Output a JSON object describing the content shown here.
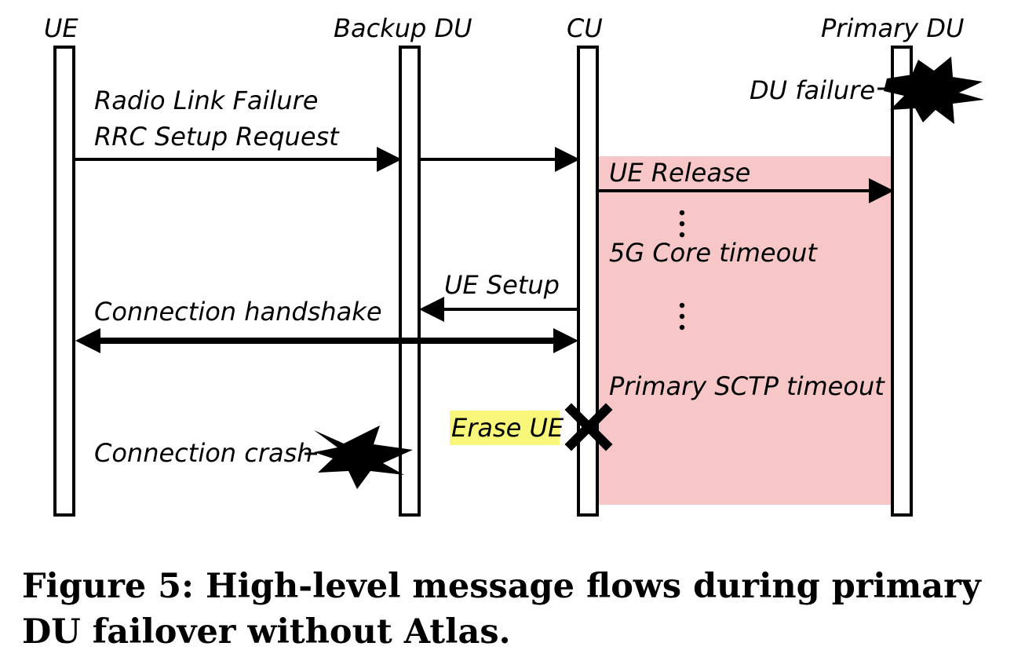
{
  "entities": {
    "ue": "UE",
    "backup_du": "Backup DU",
    "cu": "CU",
    "primary_du": "Primary DU"
  },
  "messages": {
    "radio_link_failure": "Radio Link Failure",
    "rrc_setup_request": "RRC Setup Request",
    "ue_release": "UE Release",
    "core_timeout": "5G Core timeout",
    "ue_setup": "UE Setup",
    "connection_handshake": "Connection handshake",
    "sctp_timeout": "Primary SCTP timeout",
    "erase_ue": "Erase UE",
    "connection_crash": "Connection crash",
    "du_failure": "DU failure"
  },
  "colors": {
    "failure_region": "#f7c6c6",
    "erase_highlight": "#f8f77a",
    "ink": "#000000"
  },
  "caption": "Figure 5: High-level message flows during primary DU failover without Atlas."
}
